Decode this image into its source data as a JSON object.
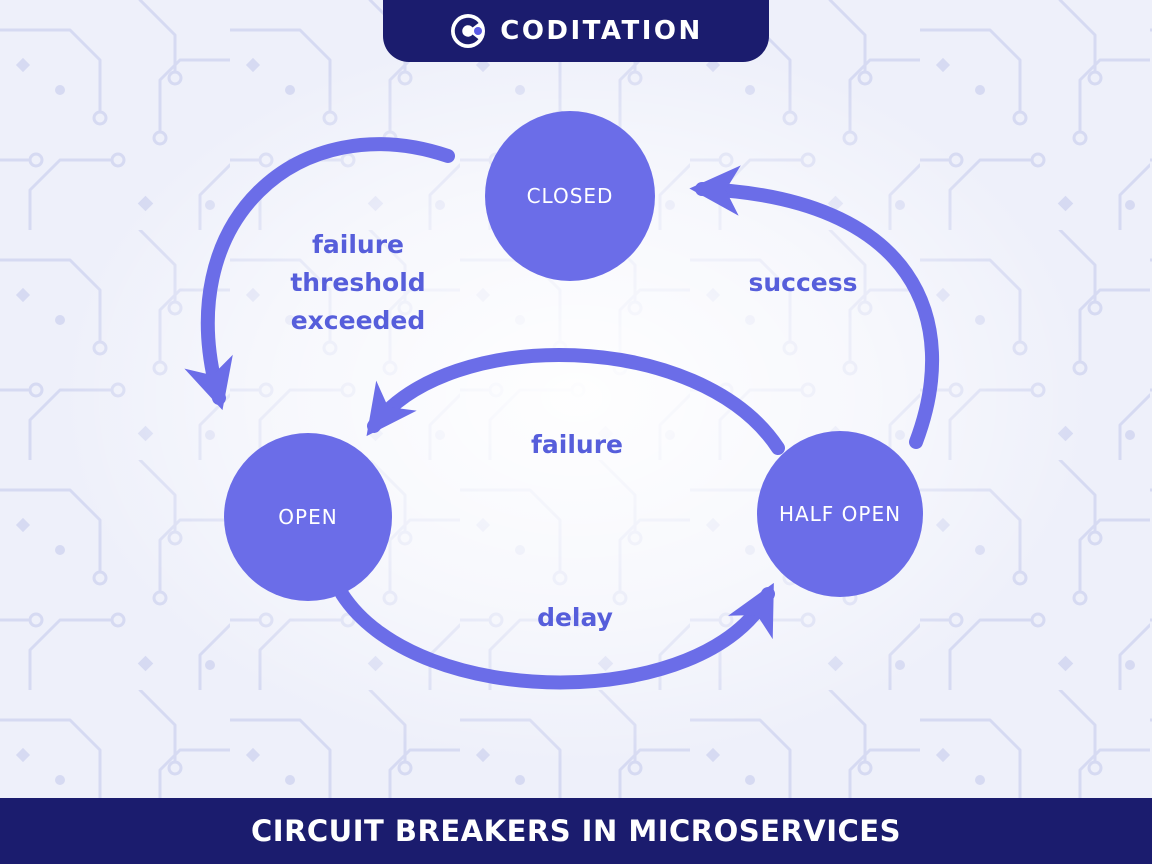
{
  "header": {
    "brand": "CODITATION",
    "logo_icon": "coditation-ring-logo"
  },
  "footer": {
    "title": "CIRCUIT BREAKERS IN MICROSERVICES"
  },
  "diagram": {
    "type": "state-machine",
    "states": [
      {
        "id": "closed",
        "label": "CLOSED"
      },
      {
        "id": "open",
        "label": "OPEN"
      },
      {
        "id": "half-open",
        "label": "HALF OPEN"
      }
    ],
    "transitions": [
      {
        "from": "closed",
        "to": "open",
        "label": "failure threshold exceeded"
      },
      {
        "from": "half-open",
        "to": "closed",
        "label": "success"
      },
      {
        "from": "half-open",
        "to": "open",
        "label": "failure"
      },
      {
        "from": "open",
        "to": "half-open",
        "label": "delay"
      }
    ]
  },
  "colors": {
    "navy": "#1b1c6e",
    "accent": "#6b6de8",
    "label_text": "#565edb",
    "background": "#eef0fa",
    "pattern": "#d6daf2"
  }
}
